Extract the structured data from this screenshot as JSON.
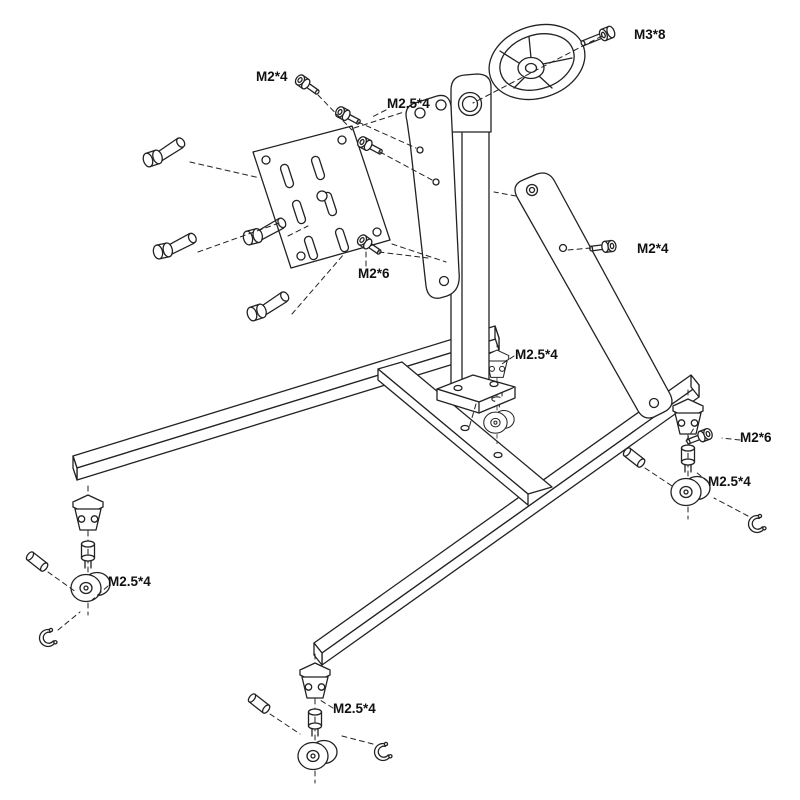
{
  "diagram": {
    "type": "exploded-assembly-drawing",
    "subject": "engine-stand-model-kit",
    "background_color": "#ffffff",
    "line_color": "#222222",
    "labels": [
      {
        "id": "wheel-bolt",
        "text": "M3*8"
      },
      {
        "id": "plate-screws-upper",
        "text": "M2*4"
      },
      {
        "id": "brace-screws-upper",
        "text": "M2.5*4"
      },
      {
        "id": "brace-screw-right",
        "text": "M2*4"
      },
      {
        "id": "column-screw",
        "text": "M2*6"
      },
      {
        "id": "caster-center",
        "text": "M2.5*4"
      },
      {
        "id": "caster-right-screw",
        "text": "M2*6"
      },
      {
        "id": "caster-right",
        "text": "M2.5*4"
      },
      {
        "id": "caster-left",
        "text": "M2.5*4"
      },
      {
        "id": "caster-front",
        "text": "M2.5*4"
      }
    ]
  }
}
